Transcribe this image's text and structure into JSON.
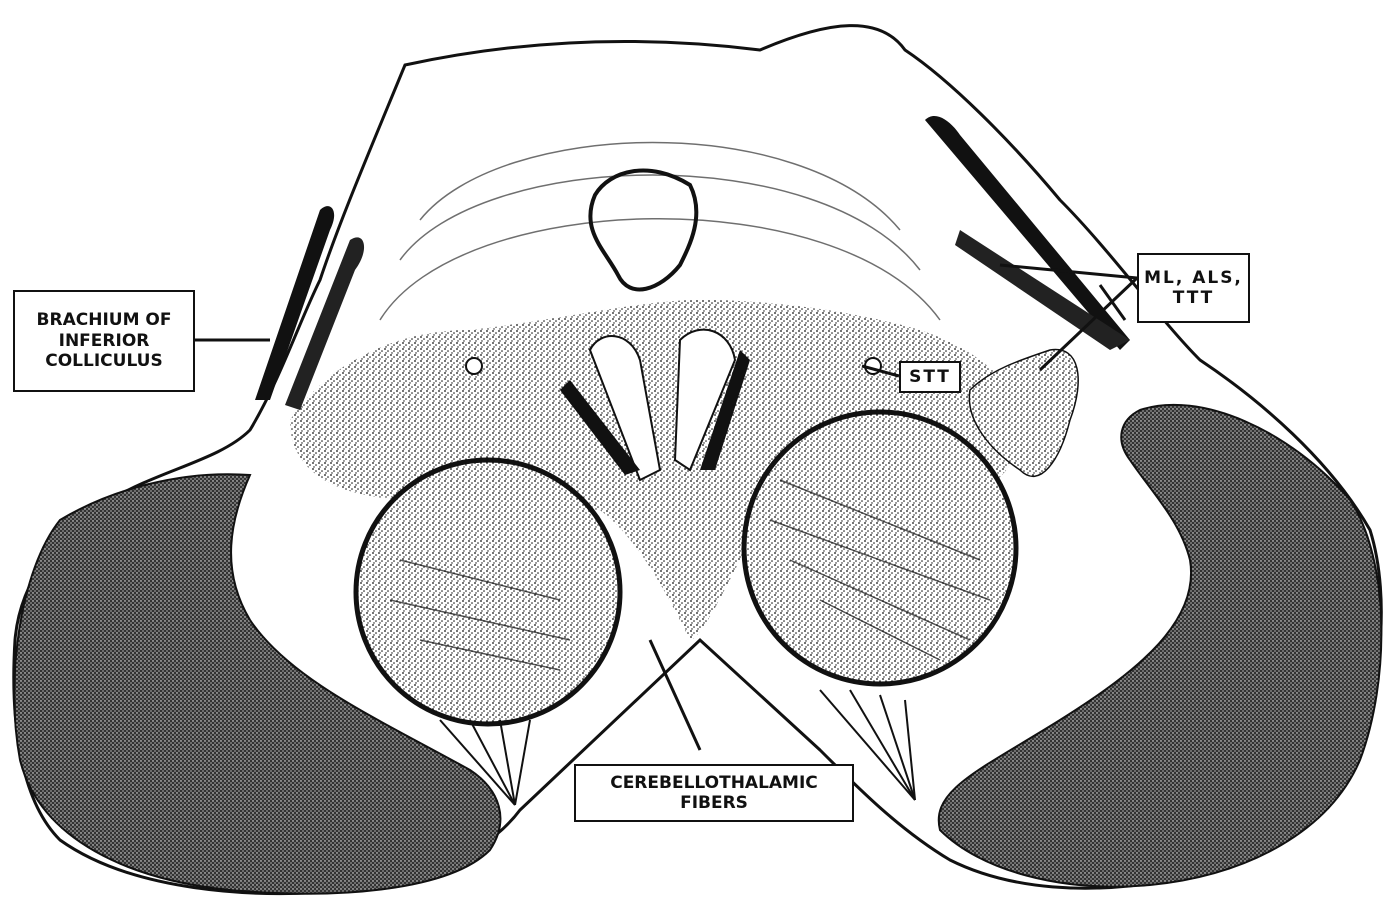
{
  "labels": {
    "brachium": [
      "BRACHIUM OF",
      "INFERIOR",
      "COLLICULUS"
    ],
    "stt": "STT",
    "ml_als_ttt": [
      "ML, ALS,",
      "TTT"
    ],
    "cerebellothalamic": [
      "CEREBELLOTHALAMIC",
      "FIBERS"
    ]
  },
  "colors": {
    "ink": "#111111",
    "paper": "#ffffff"
  }
}
